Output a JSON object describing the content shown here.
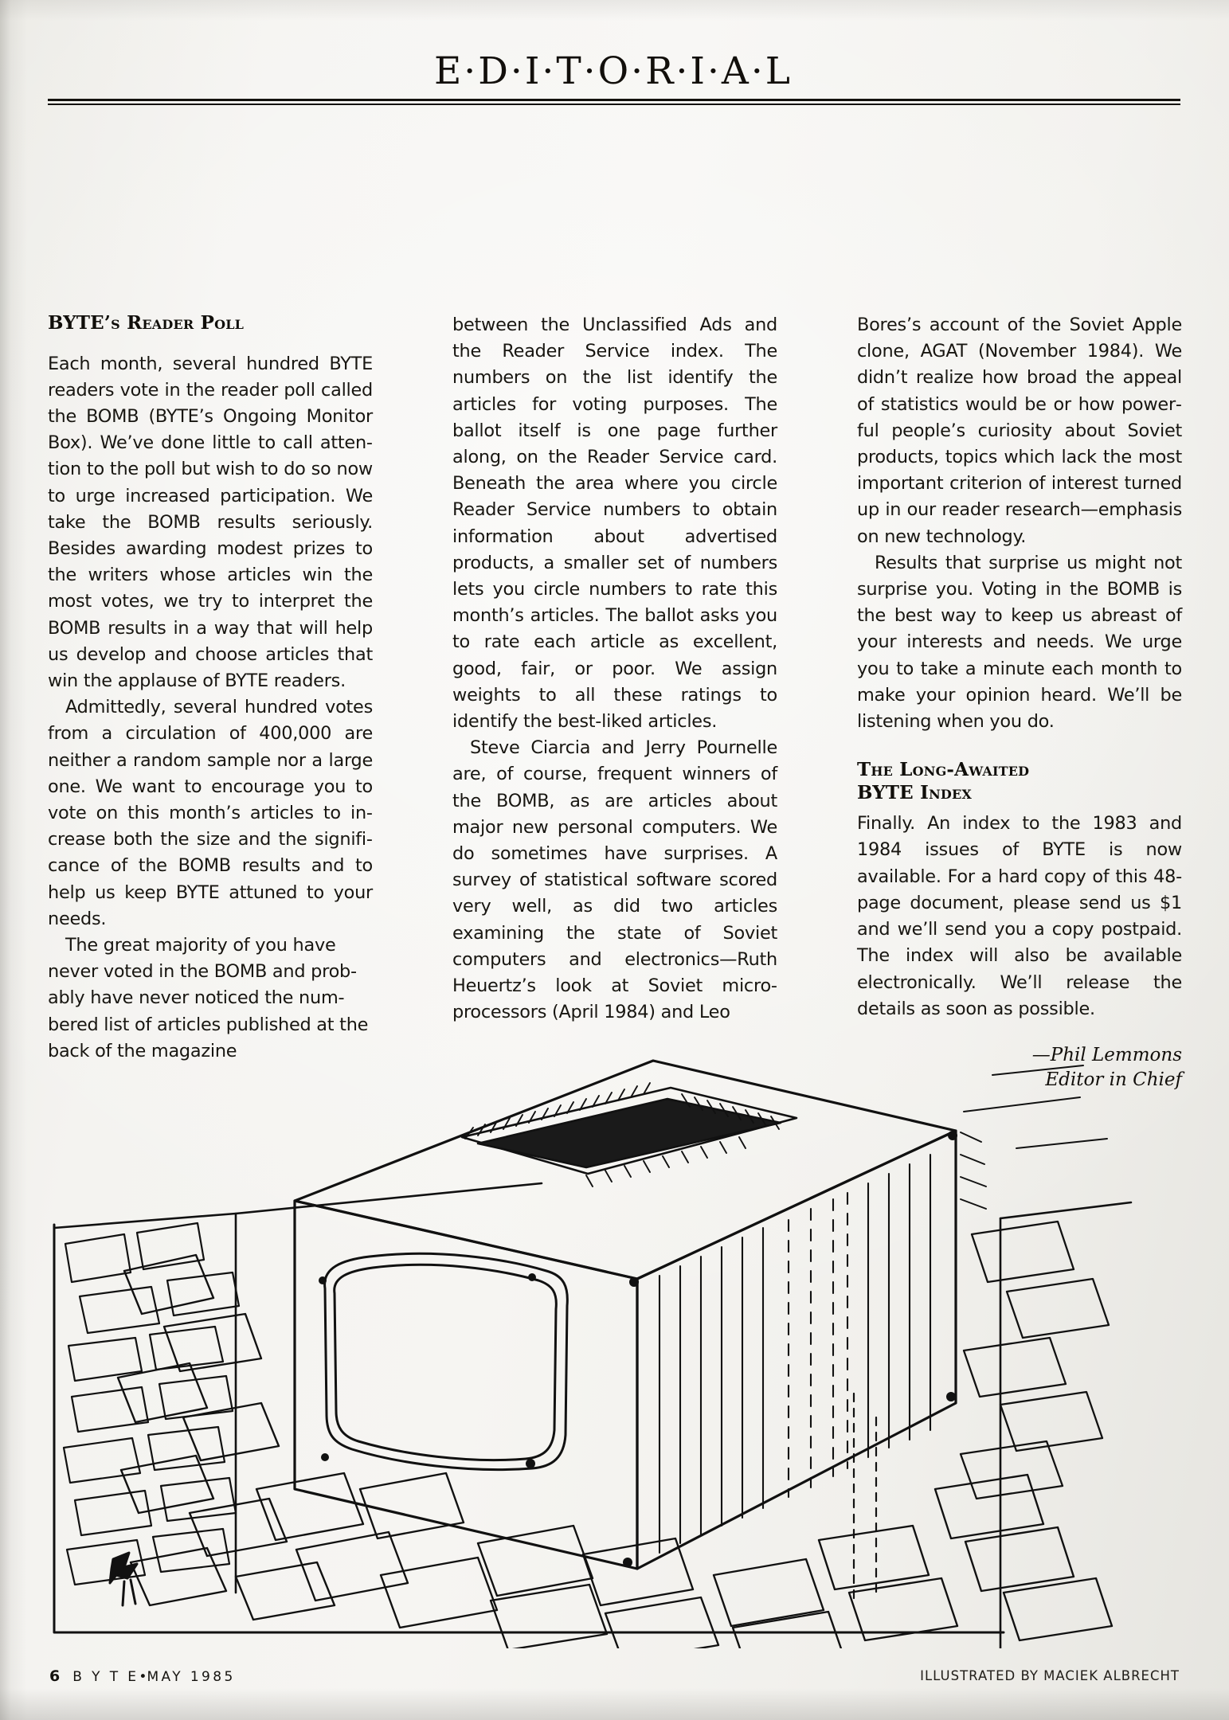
{
  "page": {
    "title": "E·D·I·T·O·R·I·A·L",
    "background_color": "#f2f1ee",
    "ink_color": "#15130f"
  },
  "columns": [
    {
      "heading": "BYTE’s Reader Poll",
      "paragraphs": [
        "Each month, several hundred BYTE readers vote in the reader poll called the BOMB (BYTE’s Ongoing Monitor Box). We’ve done little to call atten­tion to the poll but wish to do so now to urge increased participation. We take the BOMB results seriously. Besides awarding modest prizes to the writers whose articles win the most votes, we try to interpret the BOMB results in a way that will help us develop and choose articles that win the applause of BYTE readers.",
        "Admittedly, several hundred votes from a circulation of 400,000 are neither a random sample nor a large one. We want to encourage you to vote on this month’s articles to in­crease both the size and the signifi­cance of the BOMB results and to help us keep BYTE attuned to your needs.",
        "The great majority of you have never voted in the BOMB and prob­ably have never noticed the num­bered list of articles published at the back of the magazine"
      ]
    },
    {
      "heading": "",
      "paragraphs": [
        "between the Unclassified Ads and the Reader Service index. The numbers on the list identify the articles for voting purposes. The ballot itself is one page further along, on the Reader Service card. Beneath the area where you circle Reader Service numbers to obtain information about advertised products, a smaller set of numbers lets you circle numbers to rate this month’s articles. The ballot asks you to rate each article as excellent, good, fair, or poor. We assign weights to all these ratings to identify the best-liked articles.",
        "Steve Ciarcia and Jerry Pournelle are, of course, frequent winners of the BOMB, as are articles about major new personal computers. We do sometimes have surprises. A survey of statistical software scored very well, as did two articles examining the state of Soviet computers and electronics—Ruth Heuertz’s look at Soviet micro­processors (April 1984) and Leo"
      ]
    },
    {
      "heading": "",
      "paragraphs": [
        "Bores’s account of the Soviet Apple clone, AGAT (November 1984). We didn’t realize how broad the appeal of statistics would be or how power­ful people’s curiosity about Soviet products, topics which lack the most important criterion of interest turned up in our reader research—emphasis on new technology.",
        "Results that surprise us might not surprise you. Voting in the BOMB is the best way to keep us abreast of your interests and needs. We urge you to take a minute each month to make your opinion heard. We’ll be listening when you do."
      ],
      "second_heading_line1": "The Long-Awaited",
      "second_heading_line2": "BYTE Index",
      "second_paragraphs": [
        "Finally. An index to the 1983 and 1984 issues of BYTE is now available. For a hard copy of this 48-page document, please send us $1 and we’ll send you a copy postpaid. The index will also be available electronically. We’ll re­lease the details as soon as possible."
      ],
      "signature_name": "—Phil Lemmons",
      "signature_role": "Editor in Chief"
    }
  ],
  "footer": {
    "page_number": "6",
    "magazine": "B Y T E",
    "bullet": "•",
    "issue": "MAY 1985",
    "credit": "ILLUSTRATED BY MACIEK ALBRECHT"
  },
  "illustration": {
    "caption": "Pen-and-ink drawing of a boxy television/monitor cabinet with an open slot on top, standing on a floor strewn with scattered sheets of paper (reader ballots)",
    "subject": "tv-monitor-box-with-scattered-ballots"
  }
}
